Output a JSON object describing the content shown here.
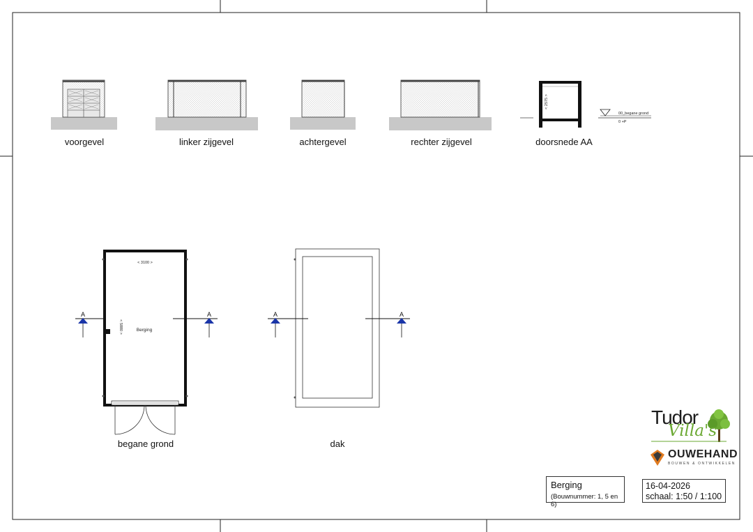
{
  "elevations": {
    "voorgevel": "voorgevel",
    "linker": "linker zijgevel",
    "achter": "achtergevel",
    "rechter": "rechter zijgevel",
    "doorsnede": "doorsnede AA"
  },
  "section": {
    "height_dim": "< 2575 >",
    "level_name": "00_begane grond",
    "level_value": "0 +P"
  },
  "plans": {
    "ground_label": "begane grond",
    "roof_label": "dak",
    "width_dim": "< 3100 >",
    "depth_dim": "< 5880 >",
    "room_name": "Berging",
    "section_marker": "A"
  },
  "logos": {
    "tudor_word": "Tudor",
    "villas_word": "Villa's",
    "ouwehand_word": "OUWEHAND",
    "ouwehand_tagline": "BOUWEN & ONTWIKKELEN",
    "tree_icon": "tree-icon",
    "ouwehand_icon": "house-roof-icon"
  },
  "titleblock": {
    "title": "Berging",
    "subtitle": "(Bouwnummer: 1, 5 en 6)",
    "date": "16-04-2026",
    "scale": "schaal: 1:50 / 1:100"
  },
  "colors": {
    "marker_blue": "#1a35a8",
    "ground_grey": "#c8c8c8",
    "logo_green": "#6aa832",
    "logo_orange": "#e07a1f"
  }
}
